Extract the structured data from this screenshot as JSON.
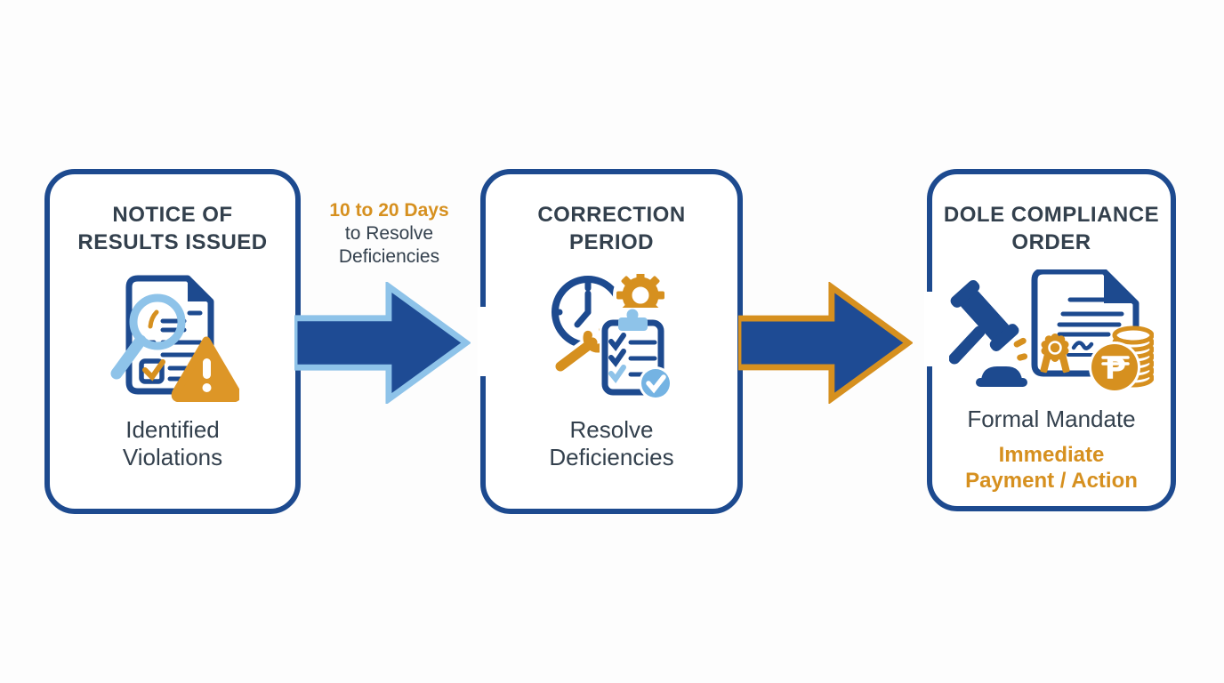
{
  "colors": {
    "navy_border": "#1d4a8f",
    "slate_text": "#33404d",
    "orange_accent": "#d6901f",
    "warning_orange": "#dd9627",
    "light_blue": "#8ec3e9",
    "badge_blue": "#74b3e3",
    "arrow_fill": "#1e4b94",
    "background": "#ffffff"
  },
  "steps": [
    {
      "title": "NOTICE OF\nRESULTS ISSUED",
      "icon": "document-magnifier-warning-icon",
      "caption": "Identified\nViolations"
    },
    {
      "title": "CORRECTION\nPERIOD",
      "icon": "clock-gear-wrench-checklist-icon",
      "caption": "Resolve\nDeficiencies"
    },
    {
      "title": "DOLE COMPLIANCE\nORDER",
      "icon": "gavel-order-document-peso-coins-icon",
      "caption": "Formal Mandate",
      "highlight": "Immediate\nPayment / Action"
    }
  ],
  "connectors": [
    {
      "duration": "10 to 20 Days",
      "note": "to Resolve\nDeficiencies",
      "style": "blue-outlined-arrow"
    },
    {
      "duration": "",
      "note": "",
      "style": "orange-outlined-arrow"
    }
  ]
}
